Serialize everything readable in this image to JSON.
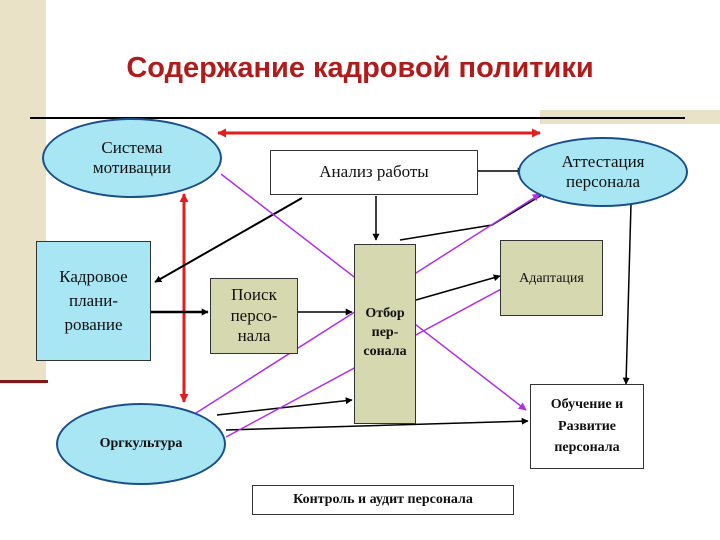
{
  "title": "Содержание кадровой политики",
  "nodes": {
    "motivation": "Система мотивации",
    "job_analysis": "Анализ работы",
    "attestation": "Аттестация персонала",
    "planning": "Кадровое плани-рование",
    "search": "Поиск персо-нала",
    "selection": "Отбор пер-сонала",
    "adaptation": "Адаптация",
    "culture": "Оргкультура",
    "training": "Обучение и Развитие персонала",
    "control": "Контроль и аудит персонала"
  },
  "colors": {
    "title": "#b01c1c",
    "ellipse_fill": "#a8e6f4",
    "box_fill": "#d6d8b0",
    "arrow_red": "#e01e1e",
    "arrow_purple": "#b030e8",
    "arrow_black": "#000000"
  }
}
